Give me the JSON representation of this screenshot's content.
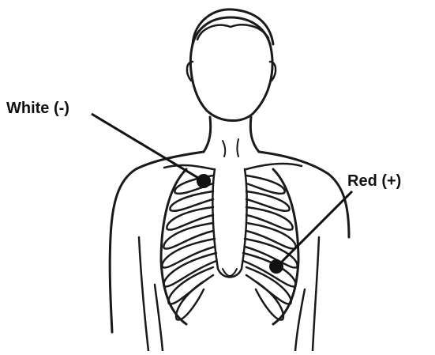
{
  "labels": {
    "white": "White (-)",
    "red": "Red (+)"
  },
  "electrodes": {
    "white": {
      "name": "White (-)",
      "color": "#111111"
    },
    "red": {
      "name": "Red (+)",
      "color": "#111111"
    }
  },
  "colors": {
    "ink": "#1a1a1a",
    "background": "#ffffff"
  }
}
